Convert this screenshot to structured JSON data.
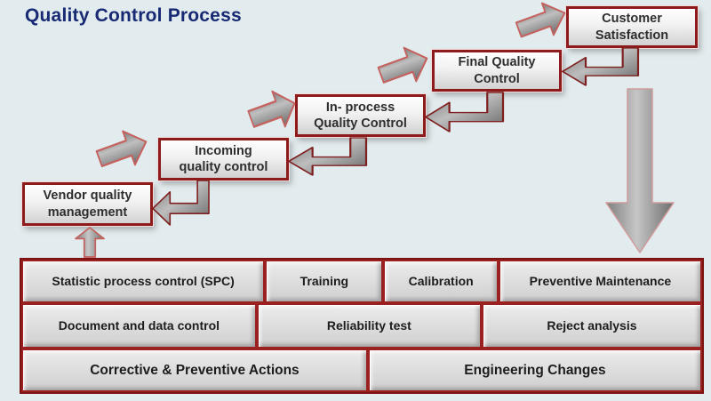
{
  "title": "Quality Control Process",
  "steps": [
    {
      "label": "Vendor quality\nmanagement"
    },
    {
      "label": "Incoming\nquality control"
    },
    {
      "label": "In- process\nQuality Control"
    },
    {
      "label": "Final Quality\nControl"
    },
    {
      "label": "Customer\nSatisfaction"
    }
  ],
  "grid_rows": [
    {
      "cells": [
        "Statistic process control (SPC)",
        "Training",
        "Calibration",
        "Preventive Maintenance"
      ]
    },
    {
      "cells": [
        "Document and data control",
        "Reliability test",
        "Reject analysis"
      ]
    },
    {
      "cells": [
        "Corrective & Preventive Actions",
        "Engineering Changes"
      ]
    }
  ],
  "icons": {
    "advance_arrow": "diagonal-up-right-arrow",
    "return_flow_arrow": "elbow-left-arrow",
    "input_arrow": "small-up-arrow",
    "feedback_arrow": "large-down-arrow"
  },
  "colors": {
    "background": "#e2ebed",
    "title_text": "#182a73",
    "box_border": "#8e1b1b",
    "grid_outer_border": "#7c1212",
    "cell_border": "#9b2020",
    "box_fill_top": "#fefefe",
    "box_fill_bottom": "#d2d2d2",
    "arrow_fill": "#9a9a9a",
    "arrow_pink_outline": "#c4625f",
    "text": "#1d1d1d"
  }
}
